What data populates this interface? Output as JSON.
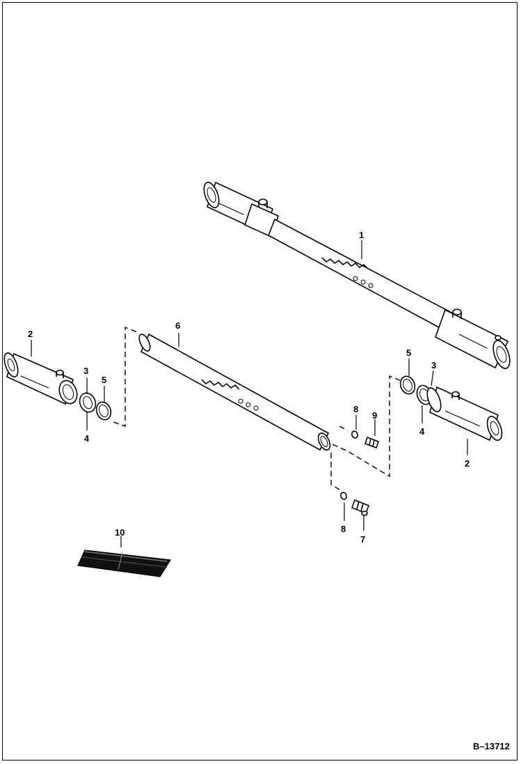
{
  "figure_id": "B–13712",
  "callouts": {
    "c1": "1",
    "c2_left": "2",
    "c2_right": "2",
    "c3_left": "3",
    "c3_right": "3",
    "c4_left": "4",
    "c4_right": "4",
    "c5_left": "5",
    "c5_right": "5",
    "c6": "6",
    "c7": "7",
    "c8_upper": "8",
    "c8_lower": "8",
    "c9": "9",
    "c10": "10"
  }
}
